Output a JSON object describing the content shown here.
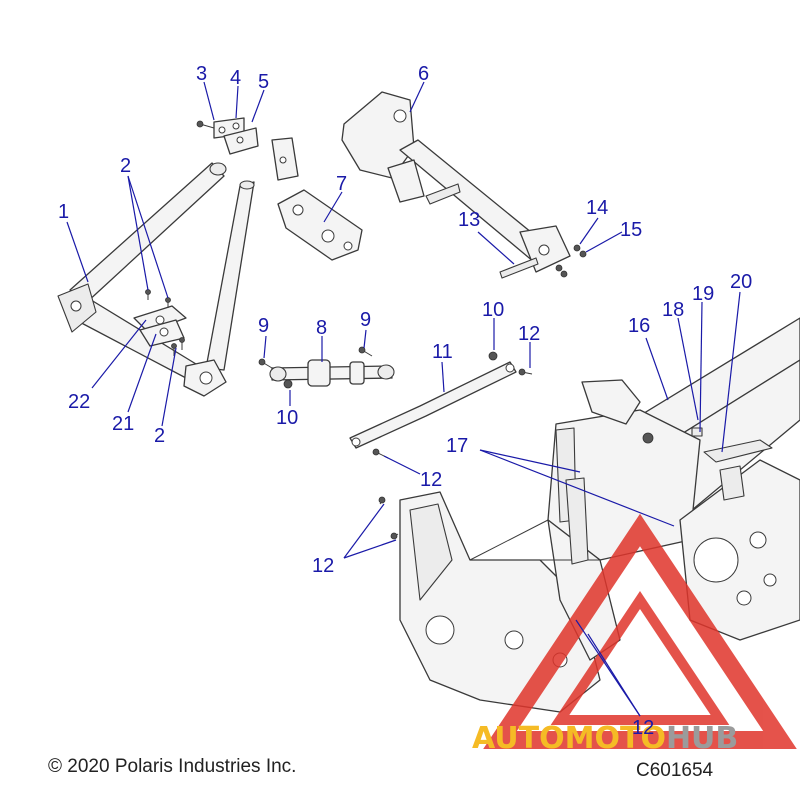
{
  "callouts": {
    "c1": "1",
    "c2a": "2",
    "c2b": "2",
    "c3": "3",
    "c4": "4",
    "c5": "5",
    "c6": "6",
    "c7": "7",
    "c8": "8",
    "c9a": "9",
    "c9b": "9",
    "c10a": "10",
    "c10b": "10",
    "c11": "11",
    "c12a": "12",
    "c12b": "12",
    "c12c": "12",
    "c12d": "12",
    "c13": "13",
    "c14": "14",
    "c15": "15",
    "c16": "16",
    "c17": "17",
    "c18": "18",
    "c19": "19",
    "c20": "20",
    "c21": "21",
    "c22": "22"
  },
  "footer": {
    "copyright": "© 2020 Polaris Industries Inc.",
    "figure_id": "C601654"
  },
  "watermark": {
    "part1": "AUTOMOTO",
    "part2": "HUB",
    "color1": "#f4b000",
    "color2": "#8a8a8a",
    "triangle_color": "#e0352b"
  }
}
